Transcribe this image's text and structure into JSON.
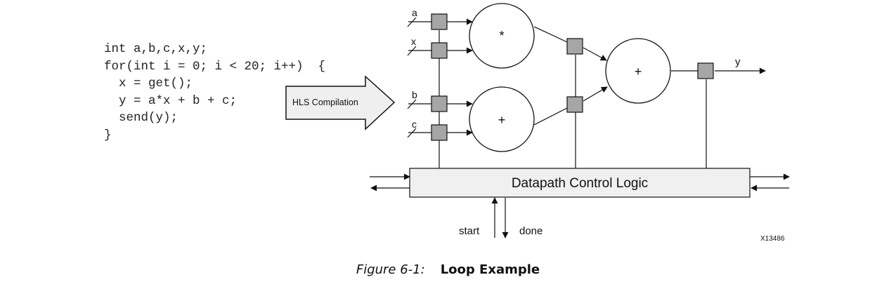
{
  "code": {
    "lines": [
      "int a,b,c,x,y;",
      "for(int i = 0; i < 20; i++)  {",
      "  x = get();",
      "  y = a*x + b + c;",
      "  send(y);",
      "}"
    ]
  },
  "diagram": {
    "compile_arrow_label": "HLS Compilation",
    "inputs": [
      "a",
      "x",
      "b",
      "c"
    ],
    "operators": {
      "multiply": "*",
      "add_bc": "+",
      "add_final": "+"
    },
    "output": "y",
    "control_block": "Datapath Control Logic",
    "start_label": "start",
    "done_label": "done",
    "figure_id": "X13486"
  },
  "caption": {
    "number": "Figure 6-1:",
    "title": "Loop Example"
  },
  "colors": {
    "register_fill": "#a6a6a6",
    "control_fill": "#f0f0f0",
    "arrow_fill": "#efefef",
    "stroke": "#111111"
  }
}
